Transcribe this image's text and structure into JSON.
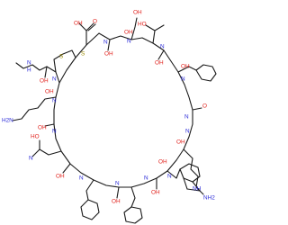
{
  "colors": {
    "bond": "#1a1a1a",
    "nitrogen": "#2a2ad8",
    "oxygen": "#e0201b",
    "sulfur": "#9a8a00",
    "background": "#ffffff"
  },
  "atoms": {
    "ho_hydroxymethyl": "OH",
    "o_acid": "O",
    "oh_acid": "OH",
    "ho_thr": "HO",
    "n_top1": "N",
    "oh_top1": "OH",
    "n_top2": "N",
    "oh_top2": "OH",
    "n_top3": "N",
    "oh_top3": "OH",
    "nh_methyl": "N",
    "h_methyl": "H",
    "oh_nterm": "OH",
    "n_nterm": "N",
    "s1": "S",
    "s2": "S",
    "h2n_lys_left": "H2N",
    "n_left1": "N",
    "oh_left1": "OH",
    "n_left2": "N",
    "oh_left2": "OH",
    "ho_asn": "HO",
    "n_asn": "N",
    "oh_right_phe": "OH",
    "n_right_phe": "N",
    "oh_right_mid": "O",
    "n_right_mid": "N",
    "oh_right_lys": "OH",
    "n_right_lys": "N",
    "nh2_lys_right": "NH2",
    "oh_trp1": "OH",
    "n_trp": "N",
    "nh_indole": "NH",
    "oh_bottom1": "OH",
    "n_bottom1": "N",
    "oh_bottom2": "OH",
    "n_bottom2": "N",
    "oh_bottom3": "OH",
    "n_bottom3": "N"
  }
}
